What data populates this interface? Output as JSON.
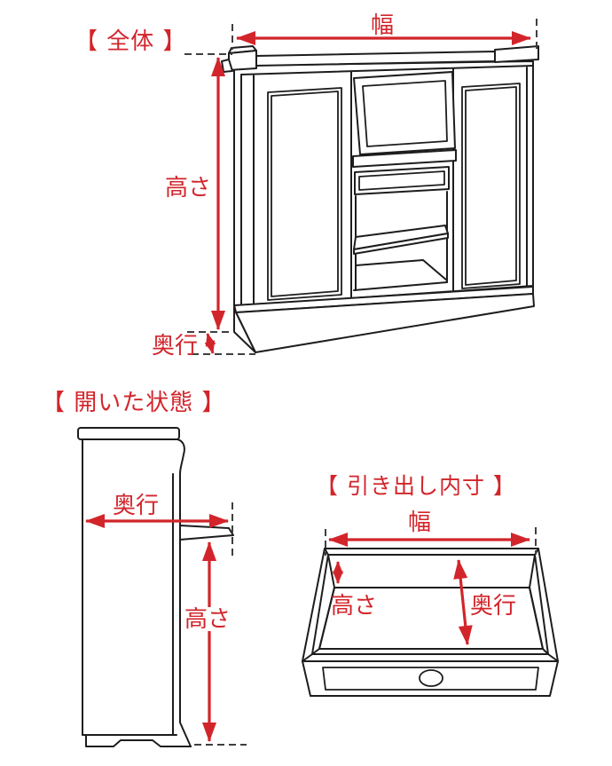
{
  "colors": {
    "accent": "#d2252b",
    "line": "#1d1d1d",
    "dash": "#3f3f3f",
    "background": "#ffffff"
  },
  "sections": {
    "overall": {
      "title": "【 全体 】",
      "width_label": "幅",
      "height_label": "高さ",
      "depth_label": "奥行"
    },
    "open_state": {
      "title": "【 開いた状態 】",
      "depth_label": "奥行",
      "height_label": "高さ"
    },
    "drawer_inner": {
      "title": "【 引き出し内寸 】",
      "width_label": "幅",
      "height_label": "高さ",
      "depth_label": "奥行"
    }
  }
}
